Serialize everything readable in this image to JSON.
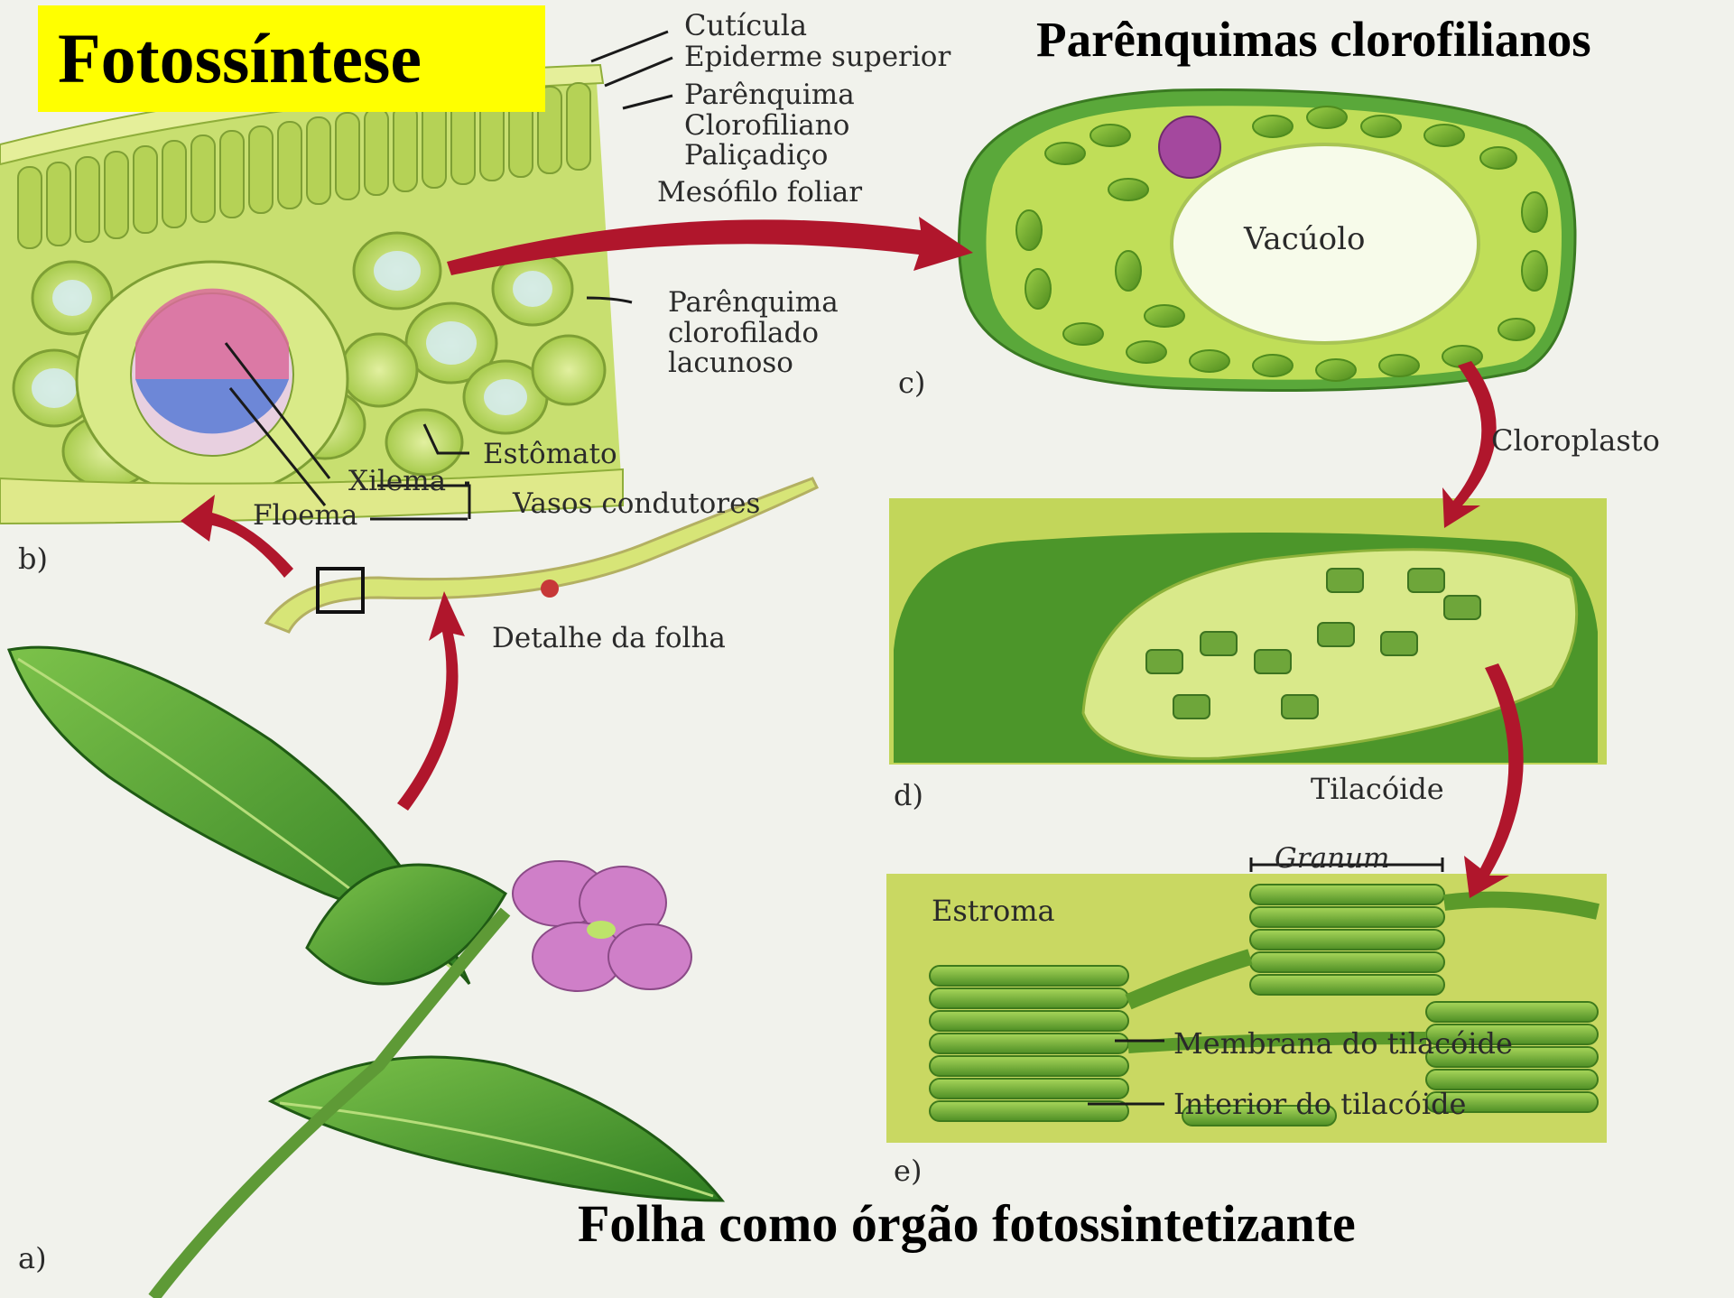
{
  "title": "Fotossíntese",
  "heading_top": "Parênquimas clorofilianos",
  "heading_bottom": "Folha como órgão fotossintetizante",
  "panels": {
    "a": "a)",
    "b": "b)",
    "c": "c)",
    "d": "d)",
    "e": "e)"
  },
  "labels": {
    "cuticula": "Cutícula",
    "epiderme": "Epiderme superior",
    "paliçadico": [
      "Parênquima",
      "Clorofiliano",
      "Paliçadiço"
    ],
    "mesofilo": "Mesófilo foliar",
    "lacunoso": [
      "Parênquima",
      "clorofilado",
      "lacunoso"
    ],
    "estomato": "Estômato",
    "xilema": "Xilema",
    "floema": "Floema",
    "vasos": "Vasos condutores",
    "detalhe": "Detalhe da folha",
    "vacuolo": "Vacúolo",
    "cloroplasto": "Cloroplasto",
    "tilacoide": "Tilacóide",
    "granum": "Granum",
    "estroma": "Estroma",
    "membrana": "Membrana do tilacóide",
    "interior": "Interior do tilacóide"
  },
  "colors": {
    "title_bg": "#ffff00",
    "arrow": "#b0162c",
    "cell_green": "#b7d64a",
    "chloroplast": "#7ab32e"
  }
}
